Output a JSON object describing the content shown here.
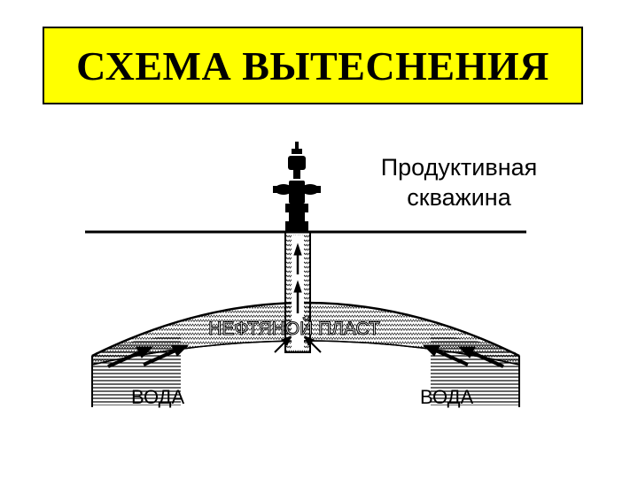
{
  "title": "СХЕМА ВЫТЕСНЕНИЯ",
  "well_label_line1": "Продуктивная",
  "well_label_line2": "скважина",
  "layer_label": "НЕФТЯНОЙ ПЛАСТ",
  "water_left": "ВОДА",
  "water_right": "ВОДА",
  "colors": {
    "title_background": "#ffff00",
    "line": "#000000",
    "background": "#ffffff"
  }
}
